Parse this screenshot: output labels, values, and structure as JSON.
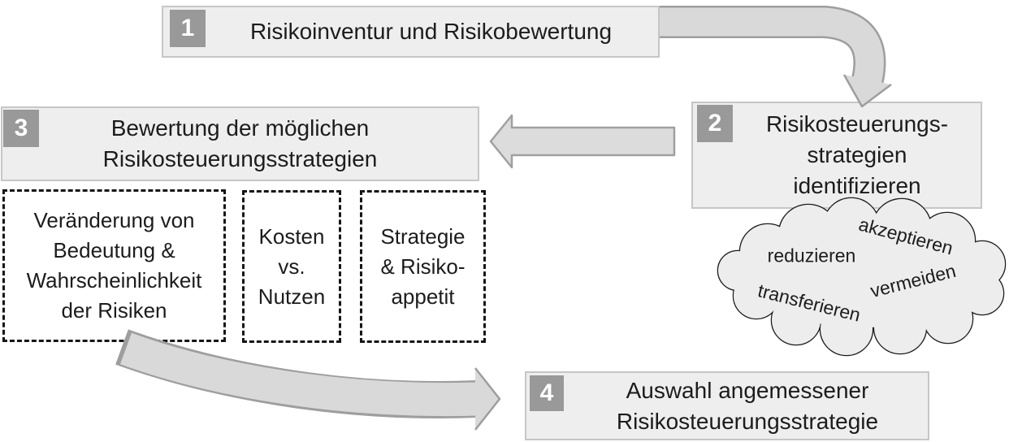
{
  "steps": [
    {
      "number": "1",
      "lines": [
        "Risikoinventur und Risikobewertung"
      ]
    },
    {
      "number": "2",
      "lines": [
        "Risikosteuerungs-",
        "strategien",
        "identifizieren"
      ]
    },
    {
      "number": "3",
      "lines": [
        "Bewertung der möglichen",
        "Risikosteuerungsstrategien"
      ]
    },
    {
      "number": "4",
      "lines": [
        "Auswahl angemessener",
        "Risikosteuerungsstrategie"
      ]
    }
  ],
  "evaluation_criteria": [
    {
      "lines": [
        "Veränderung von",
        "Bedeutung &",
        "Wahrscheinlichkeit",
        "der Risiken"
      ]
    },
    {
      "lines": [
        "Kosten",
        "vs.",
        "Nutzen"
      ]
    },
    {
      "lines": [
        "Strategie",
        "& Risiko-",
        "appetit"
      ]
    }
  ],
  "strategy_cloud": {
    "terms": [
      "akzeptieren",
      "reduzieren",
      "vermeiden",
      "transferieren"
    ]
  },
  "colors": {
    "box_fill": "#eeeeee",
    "box_border": "#c6c6c6",
    "badge_fill": "#999999",
    "badge_text": "#ffffff",
    "arrow_fill": "#d9d9d9",
    "arrow_outline": "#9e9e9e",
    "cloud_fill": "#ededed",
    "cloud_outline": "#1c1c1c",
    "dashed_border": "#161616",
    "text": "#1c1c1c"
  }
}
